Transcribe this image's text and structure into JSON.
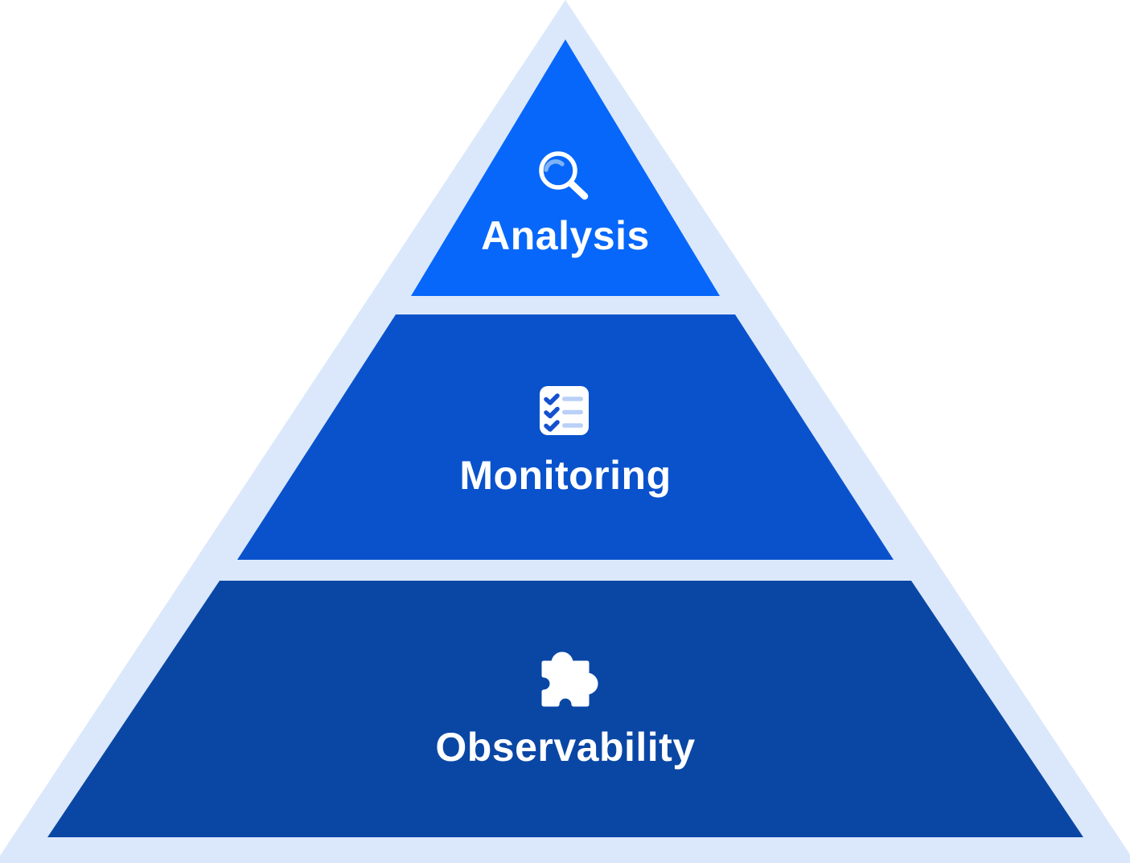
{
  "diagram": {
    "type": "pyramid",
    "background_color": "#ffffff",
    "outline_color": "#dbe8fc",
    "label_color": "#ffffff",
    "tiers": [
      {
        "level": 1,
        "label": "Analysis",
        "icon": "magnifying-glass-icon",
        "color": "#0767fa"
      },
      {
        "level": 2,
        "label": "Monitoring",
        "icon": "checklist-icon",
        "color": "#0a52cc"
      },
      {
        "level": 3,
        "label": "Observability",
        "icon": "puzzle-piece-icon",
        "color": "#0a47a5"
      }
    ],
    "icon_palette": {
      "glyph_color": "#ffffff",
      "magnifier_highlight": "#7fb3f7",
      "checklist_check_color": "#1550cf",
      "checklist_line_color": "#b9d0f8"
    }
  }
}
